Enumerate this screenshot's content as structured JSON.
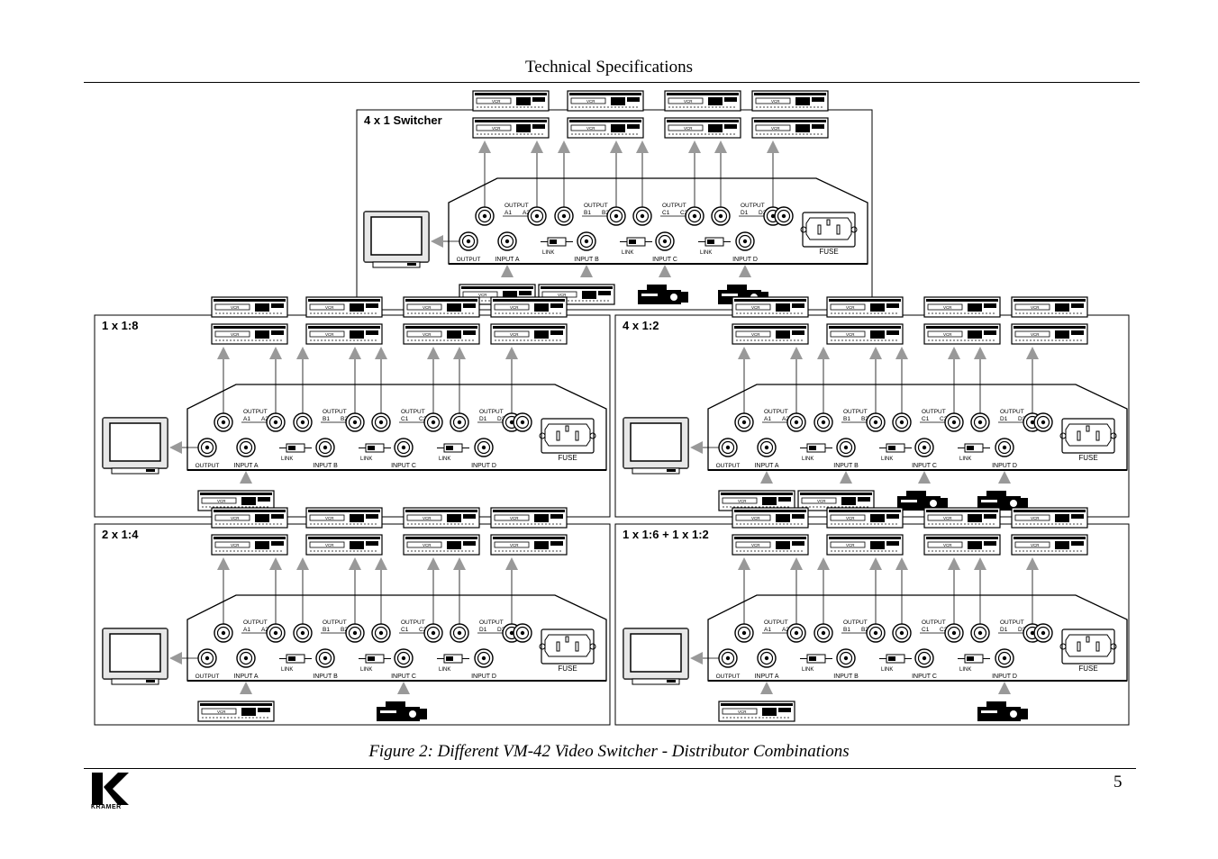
{
  "header": {
    "title": "Technical Specifications"
  },
  "labels": {
    "output": "OUTPUT",
    "link": "LINK",
    "fuse": "FUSE",
    "input_a": "INPUT A",
    "input_b": "INPUT B",
    "input_c": "INPUT C",
    "input_d": "INPUT D",
    "ch_a": [
      "A1",
      "A2"
    ],
    "ch_b": [
      "B1",
      "B2"
    ],
    "ch_c": [
      "C1",
      "C2"
    ],
    "ch_d": [
      "D1",
      "D2"
    ],
    "vcr_mark": "VCR"
  },
  "diagrams": [
    {
      "title": "4 x 1 Switcher",
      "sources": [
        "vcr",
        "vcr",
        "camera",
        "camera"
      ]
    },
    {
      "title": "1 x 1:8",
      "sources": [
        "vcr"
      ]
    },
    {
      "title": "4 x 1:2",
      "sources": [
        "vcr",
        "vcr",
        "camera",
        "camera"
      ]
    },
    {
      "title": "2 x 1:4",
      "sources": [
        "vcr",
        "",
        "camera"
      ]
    },
    {
      "title": "1 x 1:6 + 1 x 1:2",
      "sources": [
        "vcr",
        "",
        "",
        "camera"
      ]
    }
  ],
  "caption": "Figure 2: Different VM-42 Video Switcher - Distributor Combinations",
  "page_number": "5",
  "logo": {
    "text": "KRAMER"
  }
}
